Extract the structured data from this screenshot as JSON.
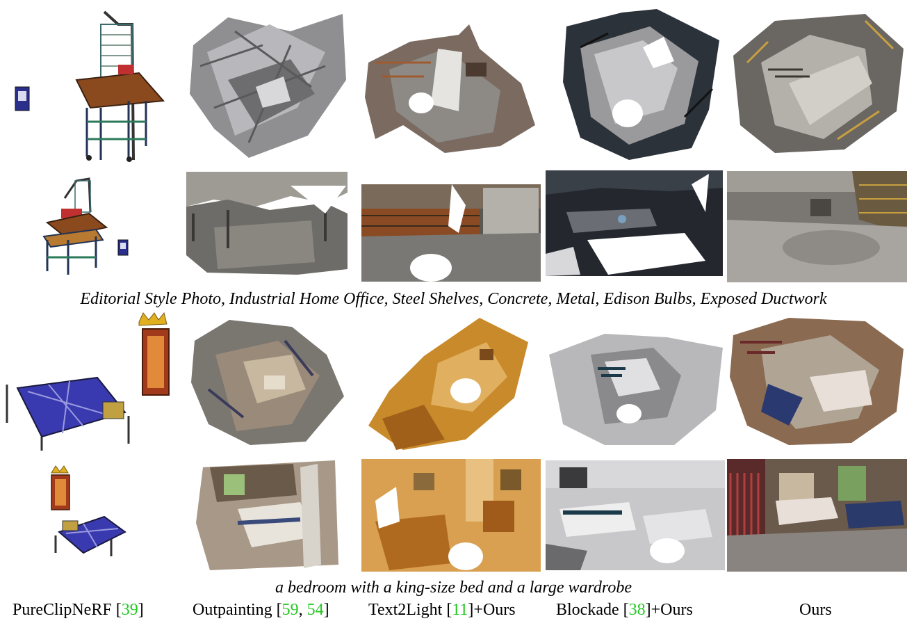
{
  "captions": {
    "office": "Editorial Style Photo, Industrial Home Office, Steel Shelves, Concrete, Metal, Edison Bulbs, Exposed Ductwork",
    "bedroom": "a bedroom with a king-size bed and a large wardrobe"
  },
  "methods": [
    {
      "name": "PureClipNeRF",
      "refs": [
        "39"
      ],
      "suffix": ""
    },
    {
      "name": "Outpainting",
      "refs": [
        "59",
        "54"
      ],
      "suffix": ""
    },
    {
      "name": "Text2Light",
      "refs": [
        "11"
      ],
      "suffix": "+Ours"
    },
    {
      "name": "Blockade",
      "refs": [
        "38"
      ],
      "suffix": "+Ours"
    },
    {
      "name": "Ours",
      "refs": [],
      "suffix": ""
    }
  ],
  "colors": {
    "citation": "#22c822",
    "text": "#000000"
  }
}
